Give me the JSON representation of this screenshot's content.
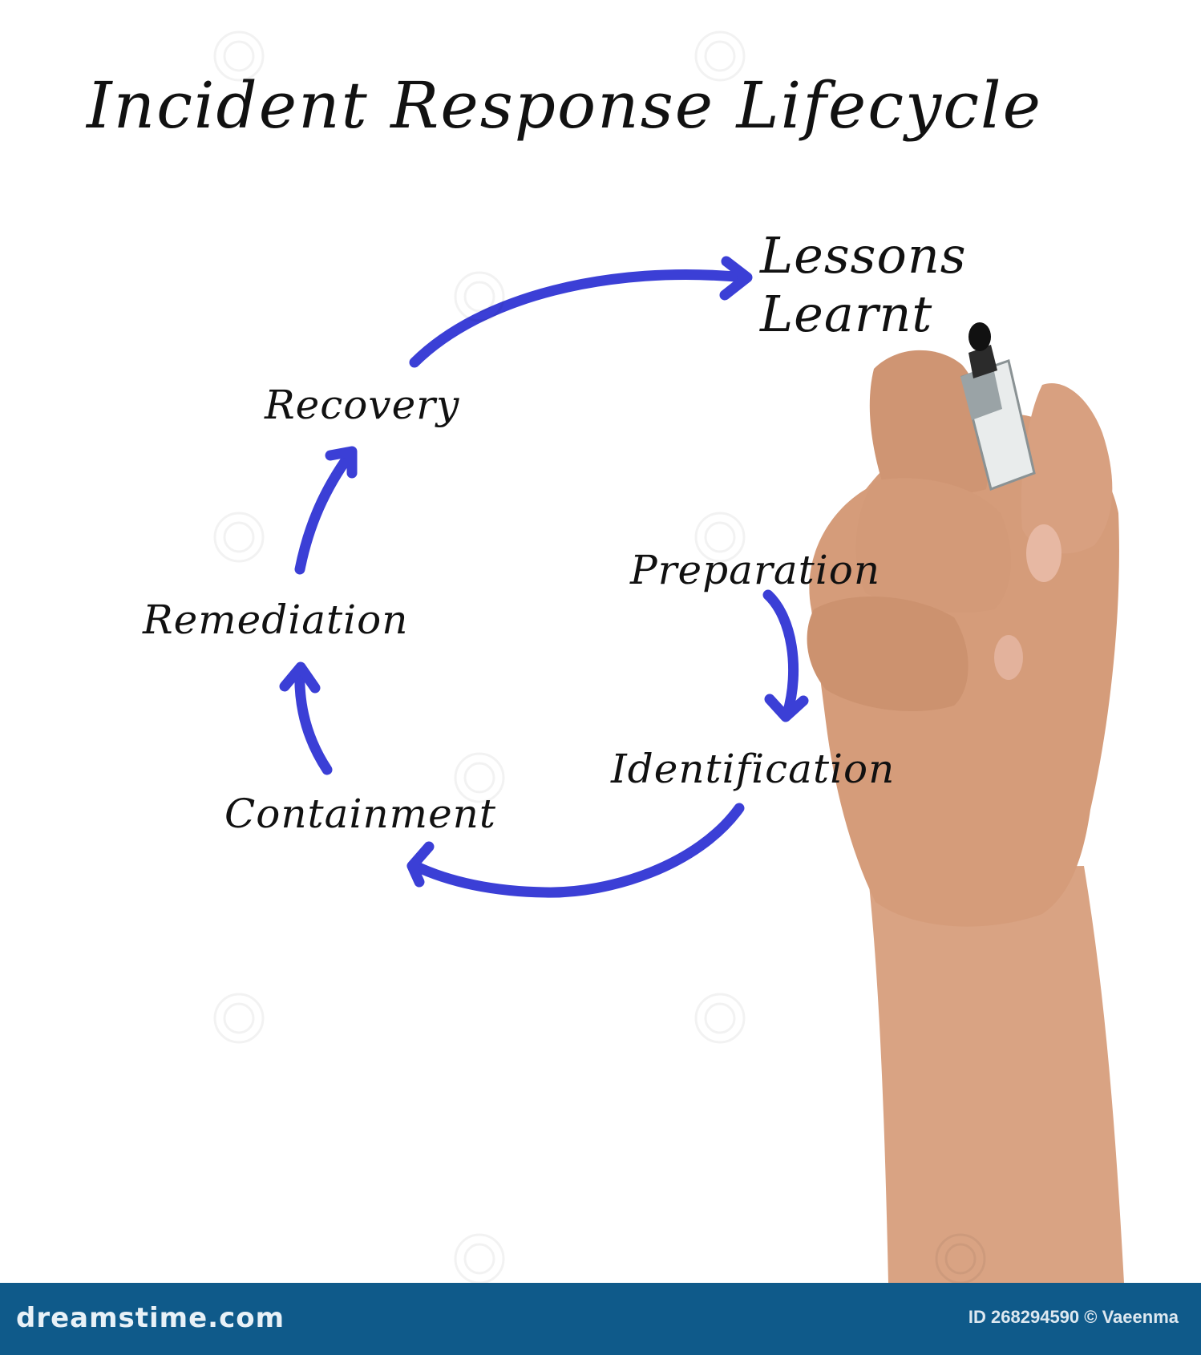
{
  "title": "Incident Response Lifecycle",
  "stages": {
    "lessons": "Lessons Learnt",
    "recovery": "Recovery",
    "remediation": "Remediation",
    "preparation": "Preparation",
    "identification": "Identification",
    "containment": "Containment"
  },
  "footer": {
    "brand": "dreamstime.com",
    "credit": "ID 268294590 © Vaeenma"
  },
  "colors": {
    "arrow": "#3b3fd6",
    "text": "#111111",
    "footer_bg": "#0f5a8a",
    "skin": "#d9a383"
  }
}
